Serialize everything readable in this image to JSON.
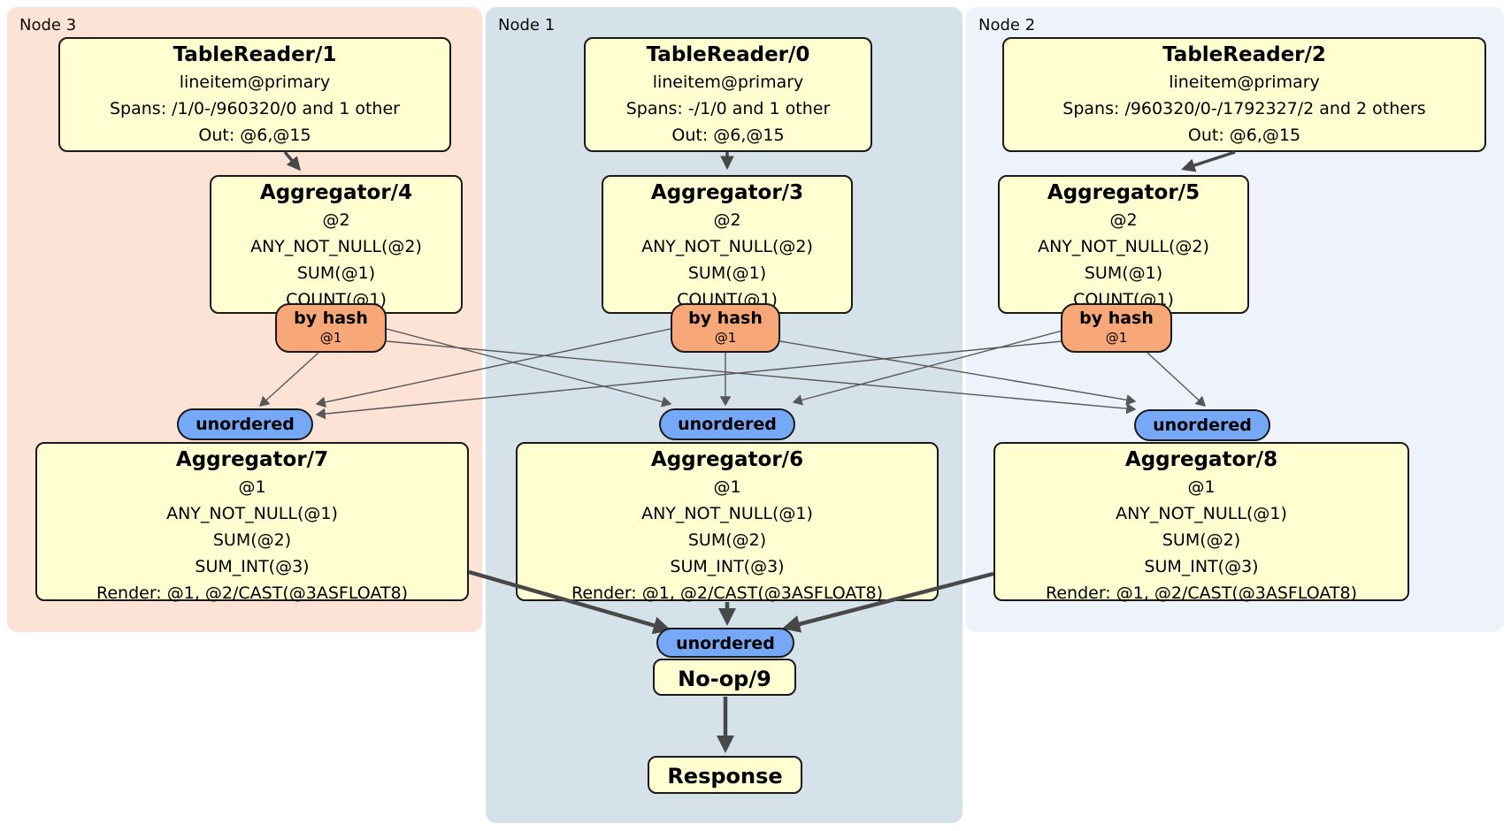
{
  "regions": {
    "node3": {
      "label": "Node 3",
      "bg": "#fce3d6"
    },
    "node1": {
      "label": "Node 1",
      "bg": "#d6e2ea"
    },
    "node2": {
      "label": "Node 2",
      "bg": "#eef2fb"
    }
  },
  "boxes": {
    "tablereader1": {
      "title": "TableReader/1",
      "lines": [
        "lineitem@primary",
        "Spans: /1/0-/960320/0 and 1 other",
        "Out: @6,@15"
      ]
    },
    "tablereader0": {
      "title": "TableReader/0",
      "lines": [
        "lineitem@primary",
        "Spans: -/1/0 and 1 other",
        "Out: @6,@15"
      ]
    },
    "tablereader2": {
      "title": "TableReader/2",
      "lines": [
        "lineitem@primary",
        "Spans: /960320/0-/1792327/2 and 2 others",
        "Out: @6,@15"
      ]
    },
    "aggregator4": {
      "title": "Aggregator/4",
      "lines": [
        "@2",
        "ANY_NOT_NULL(@2)",
        "SUM(@1)",
        "COUNT(@1)"
      ]
    },
    "aggregator3": {
      "title": "Aggregator/3",
      "lines": [
        "@2",
        "ANY_NOT_NULL(@2)",
        "SUM(@1)",
        "COUNT(@1)"
      ]
    },
    "aggregator5": {
      "title": "Aggregator/5",
      "lines": [
        "@2",
        "ANY_NOT_NULL(@2)",
        "SUM(@1)",
        "COUNT(@1)"
      ]
    },
    "aggregator7": {
      "title": "Aggregator/7",
      "lines": [
        "@1",
        "ANY_NOT_NULL(@1)",
        "SUM(@2)",
        "SUM_INT(@3)",
        "Render: @1, @2/CAST(@3ASFLOAT8)"
      ]
    },
    "aggregator6": {
      "title": "Aggregator/6",
      "lines": [
        "@1",
        "ANY_NOT_NULL(@1)",
        "SUM(@2)",
        "SUM_INT(@3)",
        "Render: @1, @2/CAST(@3ASFLOAT8)"
      ]
    },
    "aggregator8": {
      "title": "Aggregator/8",
      "lines": [
        "@1",
        "ANY_NOT_NULL(@1)",
        "SUM(@2)",
        "SUM_INT(@3)",
        "Render: @1, @2/CAST(@3ASFLOAT8)"
      ]
    },
    "noop": {
      "title": "No-op/9"
    },
    "response": {
      "title": "Response"
    }
  },
  "badges": {
    "by_hash": {
      "label": "by hash",
      "sub": "@1",
      "fill": "#f8a878"
    },
    "unordered": {
      "label": "unordered",
      "fill": "#76a8f8"
    }
  },
  "colors": {
    "box_fill": "#ffffd2",
    "box_border": "#1a1a1a",
    "edge_thin": "#575757",
    "edge_thick": "#484848"
  }
}
